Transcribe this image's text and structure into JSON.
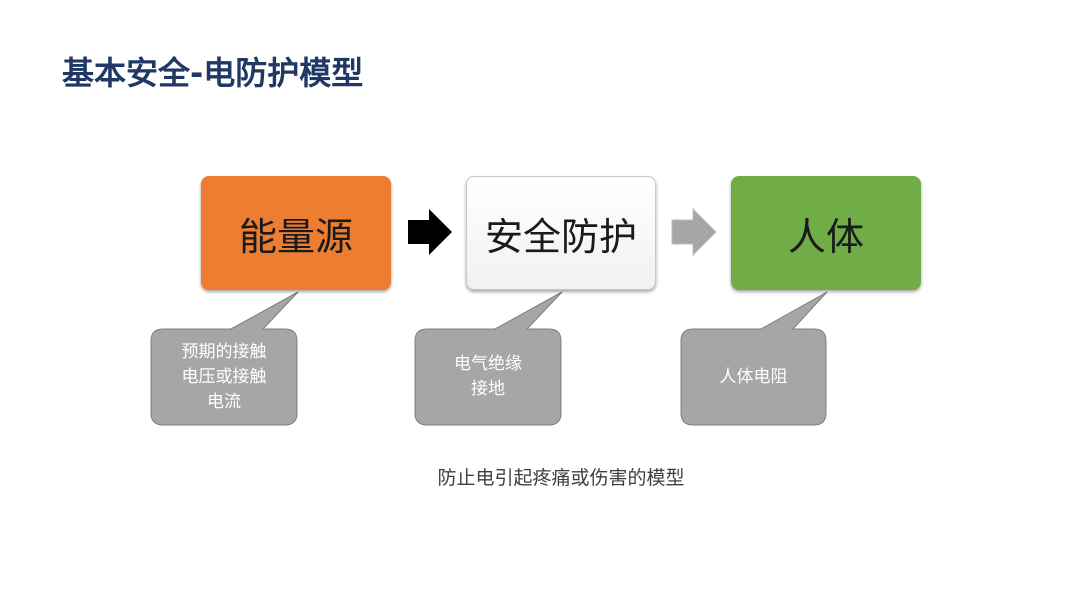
{
  "title": "基本安全-电防护模型",
  "flow": [
    {
      "label": "能量源",
      "color": "#ed7d31"
    },
    {
      "label": "安全防护",
      "color": "#ffffff"
    },
    {
      "label": "人体",
      "color": "#70ad47"
    }
  ],
  "arrows": [
    {
      "icon": "right-arrow-icon",
      "color": "#000000"
    },
    {
      "icon": "right-arrow-icon",
      "color": "#a6a6a6"
    }
  ],
  "callouts": [
    {
      "lines": [
        "预期的接触",
        "电压或接触",
        "电流"
      ]
    },
    {
      "lines": [
        "电气绝缘",
        "接地"
      ]
    },
    {
      "lines": [
        "人体电阻"
      ]
    }
  ],
  "caption": "防止电引起疼痛或伤害的模型",
  "colors": {
    "title": "#1f3864",
    "callout_fill": "#a6a6a6",
    "callout_text": "#ffffff"
  }
}
